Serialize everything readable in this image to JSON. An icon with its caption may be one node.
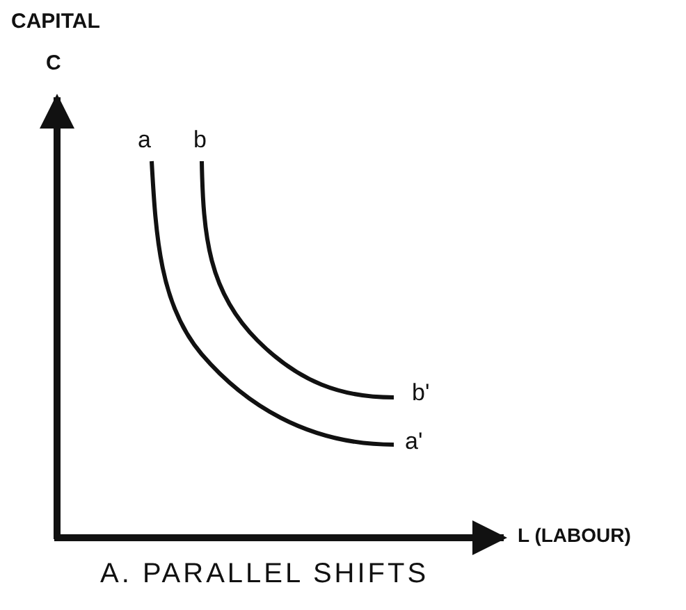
{
  "diagram": {
    "caption": "A. PARALLEL SHIFTS",
    "labels": [
      "CAPITAL",
      "C",
      "a",
      "b",
      "b'",
      "a'",
      "L (LABOUR)"
    ]
  }
}
